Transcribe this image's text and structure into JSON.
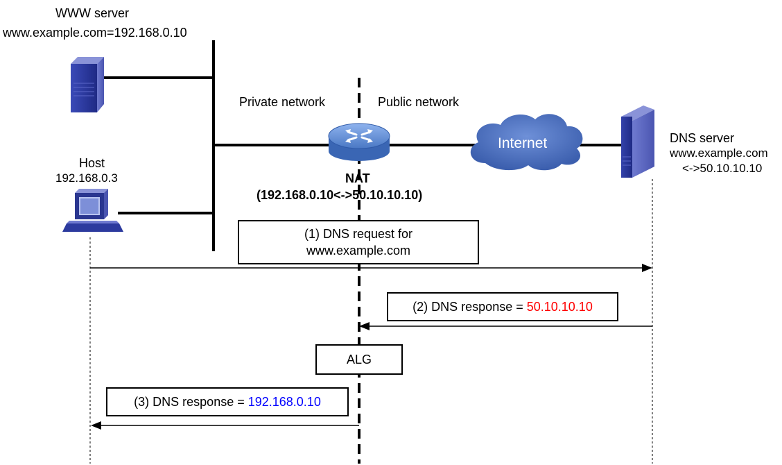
{
  "www_server": {
    "title": "WWW server",
    "mapping": "www.example.com=192.168.0.10",
    "icon": "server-tower-icon"
  },
  "host": {
    "title": "Host",
    "ip": "192.168.0.3",
    "icon": "desktop-computer-icon"
  },
  "networks": {
    "private_label": "Private network",
    "public_label": "Public network"
  },
  "nat": {
    "title": "NAT",
    "mapping": "(192.168.0.10<->50.10.10.10)",
    "icon": "router-icon"
  },
  "internet": {
    "label": "Internet",
    "icon": "cloud-icon"
  },
  "dns_server": {
    "title": "DNS server",
    "mapping_line1": "www.example.com",
    "mapping_line2": "<->50.10.10.10",
    "icon": "server-tower-icon"
  },
  "messages": {
    "step1_line1": "(1) DNS request for",
    "step1_line2": "www.example.com",
    "step2_prefix": "(2) DNS response = ",
    "step2_value": "50.10.10.10",
    "step3_prefix": "(3) DNS response = ",
    "step3_value": "192.168.0.10"
  },
  "alg": {
    "label": "ALG"
  },
  "colors": {
    "public_ip": "#ff0000",
    "private_ip": "#0000ff",
    "cloud_fill": "#4a6fb8",
    "router_fill": "#4a78c4",
    "server_fill": "#2c3a9e"
  }
}
